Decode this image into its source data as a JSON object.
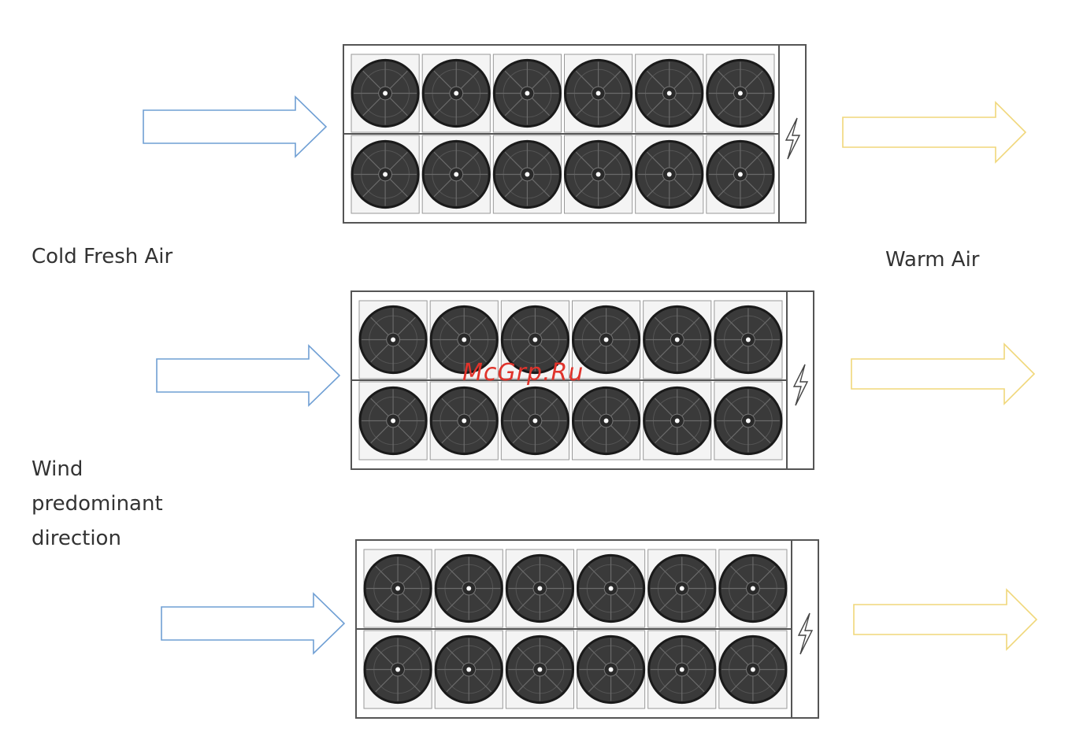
{
  "labels": {
    "cold_air": "Cold Fresh Air",
    "warm_air": "Warm Air",
    "wind_direction": "Wind\npredominant\ndirection"
  },
  "watermark": "McGrp.Ru",
  "units": [
    {
      "fan_rows": 2,
      "fans_per_row": 6
    },
    {
      "fan_rows": 2,
      "fans_per_row": 6
    },
    {
      "fan_rows": 2,
      "fans_per_row": 6
    }
  ],
  "colors": {
    "cold_arrow": "#6f9fd4",
    "warm_arrow": "#f0d77a",
    "fan": "#3a3a3a",
    "frame": "#555555"
  },
  "icons": {
    "electrical_panel": "lightning-bolt-icon"
  }
}
